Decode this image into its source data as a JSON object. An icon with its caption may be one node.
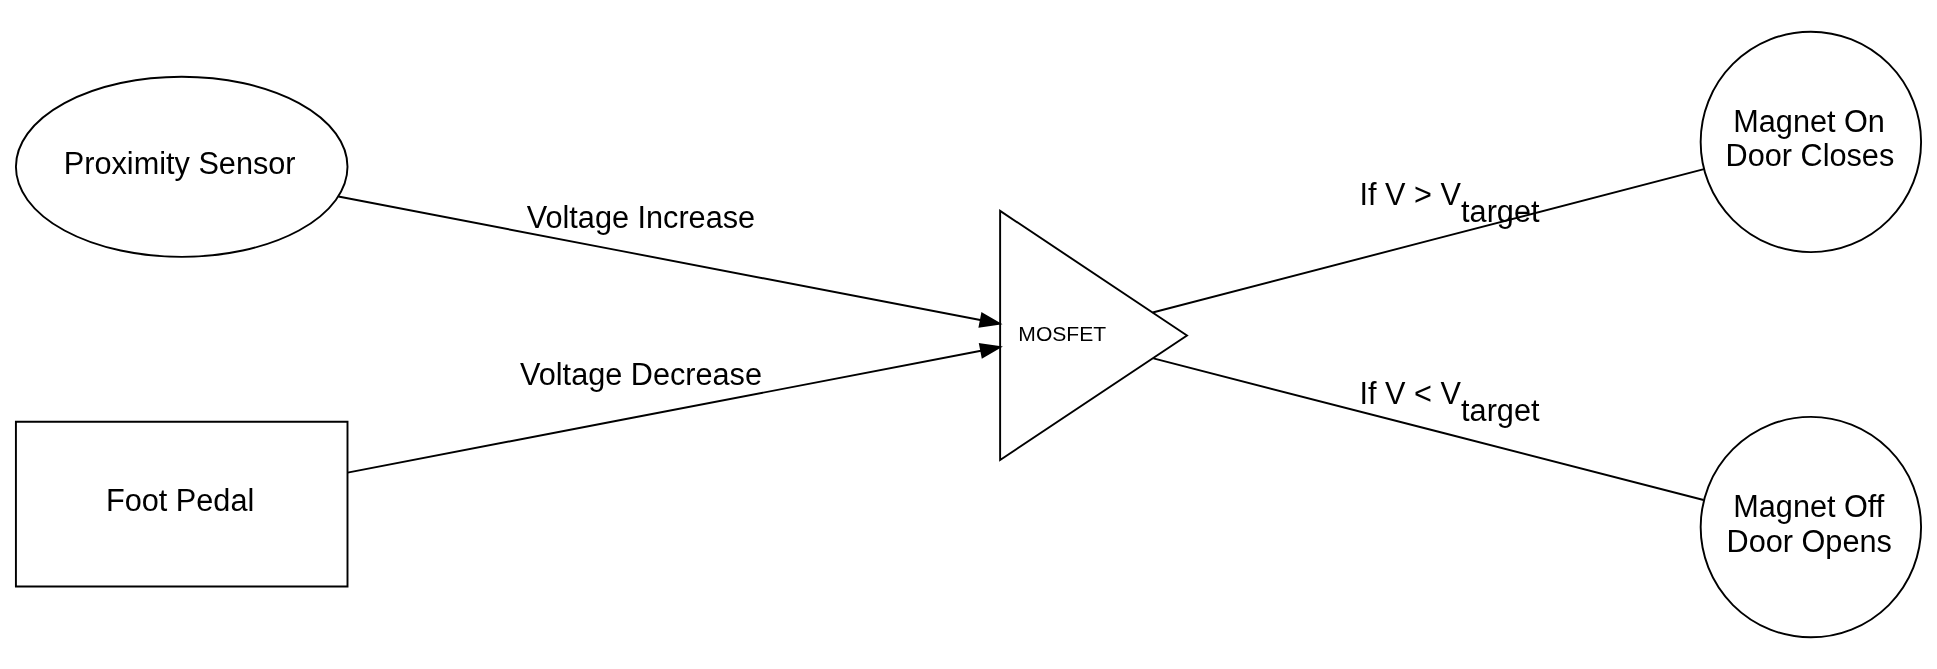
{
  "diagram": {
    "nodes": [
      {
        "text": [
          "Proximity Sensor"
        ]
      },
      {
        "text": [
          "Foot Pedal"
        ]
      },
      {
        "text": [
          "MOSFET"
        ]
      },
      {
        "text": [
          "Magnet On Door Closes"
        ]
      },
      {
        "text": [
          "Magnet Off Door Opens"
        ]
      }
    ],
    "edges": [
      {
        "from": 0,
        "to": 2,
        "arrow": "to",
        "label": "Voltage Increase"
      },
      {
        "from": 1,
        "to": 2,
        "arrow": "to",
        "label": "Voltage Decrease"
      },
      {
        "from": 2,
        "to": 3,
        "arrow": "none",
        "label": "If V > V$_{target}$"
      },
      {
        "from": 2,
        "to": 4,
        "arrow": "none",
        "label": "If V < V$_{target}$"
      }
    ]
  }
}
